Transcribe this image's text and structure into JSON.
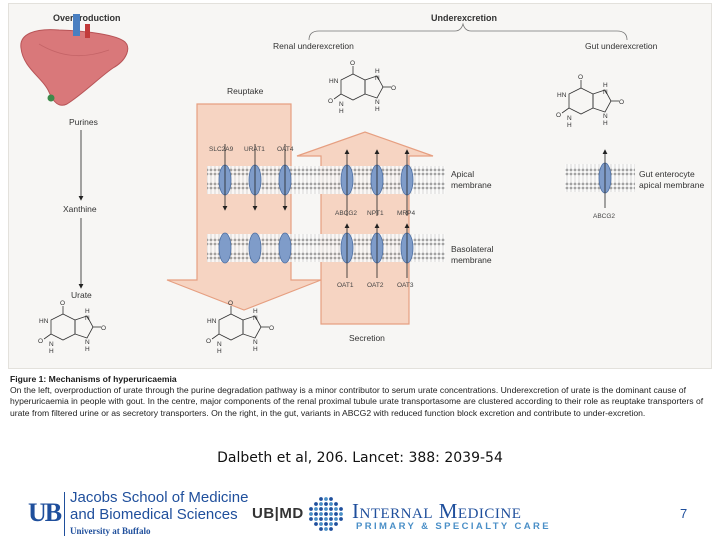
{
  "figure": {
    "header_overproduction": "Overproduction",
    "header_underexcretion": "Underexcretion",
    "header_renal": "Renal underexcretion",
    "header_gut": "Gut underexcretion",
    "label_purines": "Purines",
    "label_xanthine": "Xanthine",
    "label_urate": "Urate",
    "label_reuptake": "Reuptake",
    "label_secretion": "Secretion",
    "label_apical": [
      "Apical",
      "membrane"
    ],
    "label_basolateral": [
      "Basolateral",
      "membrane"
    ],
    "label_gut_enterocyte": [
      "Gut enterocyte",
      "apical membrane"
    ],
    "reuptake_transporters": [
      "SLC2A9",
      "URAT1",
      "OAT4"
    ],
    "apical_secretory_transporters": [
      "ABCG2",
      "NPT1",
      "MRP4"
    ],
    "basolateral_transporters": [
      "OAT1",
      "OAT2",
      "OAT3"
    ],
    "gut_transporter": "ABCG2",
    "urate_atoms": {
      "hn": "HN",
      "h": "H",
      "n": "N",
      "o": "O"
    }
  },
  "caption": {
    "title": "Figure 1: Mechanisms of hyperuricaemia",
    "body": "On the left, overproduction of urate through the purine degradation pathway is a minor contributor to serum urate concentrations. Underexcretion of urate is the dominant cause of hyperuricaemia in people with gout. In the centre, major components of the renal proximal tubule urate transportasome are clustered according to their role as reuptake transporters of urate from filtered urine or as secretory transporters. On the right, in the gut, variants in ABCG2 with reduced function block excretion and contribute to under-excretion."
  },
  "citation": "Dalbeth et al, 206. Lancet: 388: 2039-54",
  "footer": {
    "ub_logo": "UB",
    "school_line1": "Jacobs School of Medicine",
    "school_line2": "and Biomedical Sciences",
    "university": "University at Buffalo",
    "ubmd": "UB|MD",
    "internal_medicine": "Internal Medicine",
    "tagline": "PRIMARY & SPECIALTY CARE",
    "page_number": "7"
  },
  "colors": {
    "accent": "#1f4f9c",
    "tagline": "#4a8fc7",
    "liver": "#d9787a",
    "arrow_fill": "#f6d3c0",
    "arrow_stroke": "#e69b7b",
    "transporter": "#7f9cc9"
  }
}
